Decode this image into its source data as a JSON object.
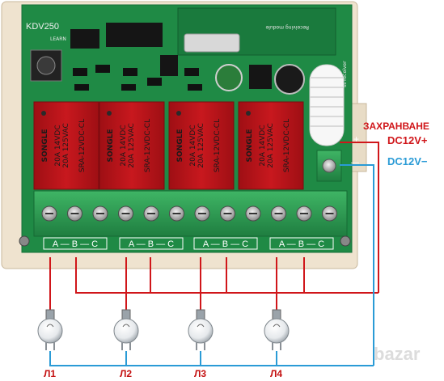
{
  "board": {
    "module_label": "Receiving module",
    "receiver_label": "ss receiver",
    "brand_label": "KDV250",
    "learn_label": "LEARN",
    "relays": [
      {
        "brand": "SONGLE",
        "model": "SRA-12VDC-CL",
        "rating1": "20A 14VDC",
        "rating2": "20A 125VAC"
      },
      {
        "brand": "SONGLE",
        "model": "SRA-12VDC-CL",
        "rating1": "20A 14VDC",
        "rating2": "20A 125VAC"
      },
      {
        "brand": "SONGLE",
        "model": "SRA-12VDC-CL",
        "rating1": "20A 14VDC",
        "rating2": "20A 125VAC"
      },
      {
        "brand": "SONGLE",
        "model": "SRA-12VDC-CL",
        "rating1": "20A 14VDC",
        "rating2": "20A 125VAC"
      }
    ],
    "terminal_groups": [
      {
        "pins": "A — B — C"
      },
      {
        "pins": "A — B — C"
      },
      {
        "pins": "A — B — C"
      },
      {
        "pins": "A — B — C"
      }
    ],
    "power_plus_symbol": "+",
    "power_minus_symbol": "—"
  },
  "power": {
    "title": "ЗАХРАНВАНЕ",
    "plus_label": "DC12V+",
    "minus_label": "DC12V−",
    "plus_color": "#d0161a",
    "minus_color": "#2a9bd6"
  },
  "lamps": [
    {
      "label": "Л1"
    },
    {
      "label": "Л2"
    },
    {
      "label": "Л3"
    },
    {
      "label": "Л4"
    }
  ],
  "watermark": "bazar",
  "colors": {
    "pcb": "#1f8a45",
    "relay": "#b8141a",
    "terminal": "#2f9e52",
    "wire_red": "#d0161a",
    "wire_blue": "#2a9bd6"
  }
}
